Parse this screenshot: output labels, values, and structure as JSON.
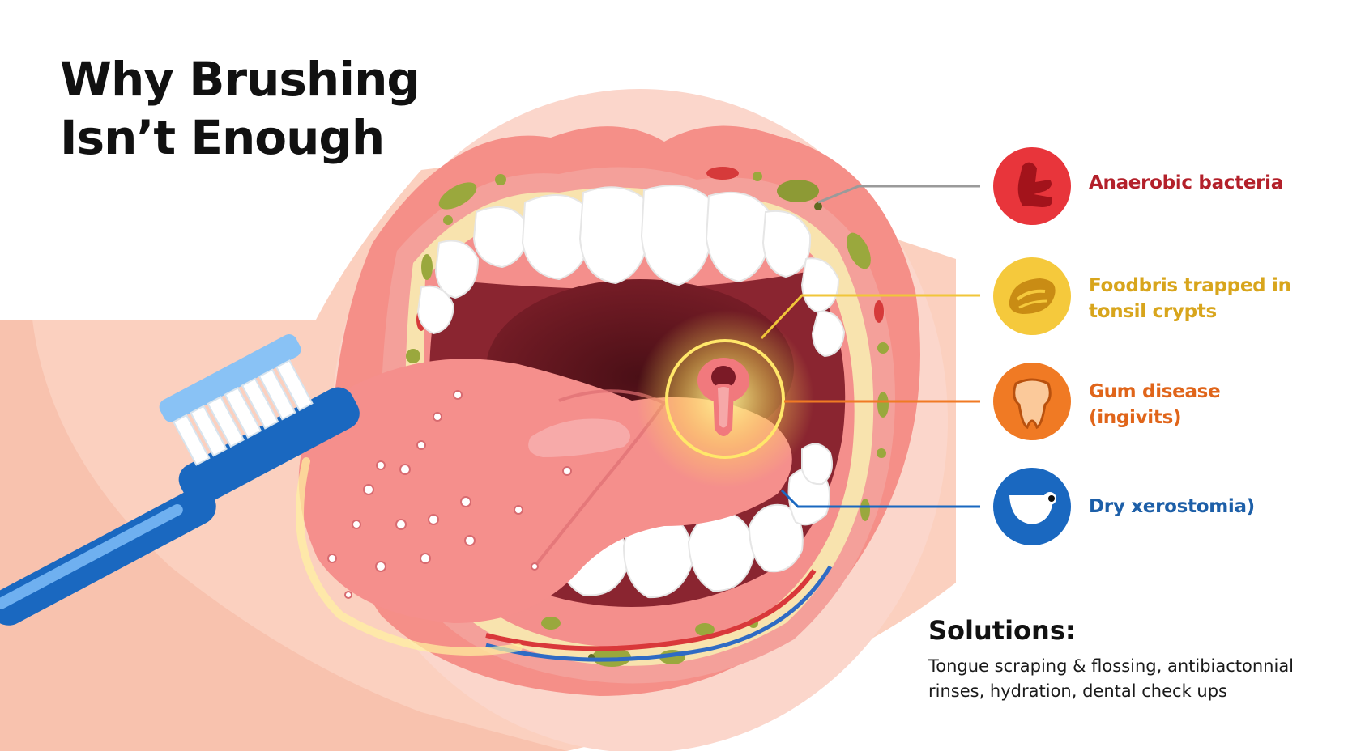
{
  "title": {
    "line1": "Why Brushing",
    "line2": "Isn’t Enough"
  },
  "causes": [
    {
      "id": "anaerobic",
      "lines": [
        "Anaerobic bacteria"
      ],
      "color": "#b3202a",
      "icon_bg": "#e8353b",
      "icon": "bacteria-icon"
    },
    {
      "id": "food",
      "lines": [
        "Foodbris trapped in",
        "tonsil crypts"
      ],
      "color": "#d8a51c",
      "icon_bg": "#f5c93c",
      "icon": "food-debris-icon"
    },
    {
      "id": "gum",
      "lines": [
        "Gum disease",
        "(ingivits)"
      ],
      "color": "#e0651a",
      "icon_bg": "#f07a24",
      "icon": "tooth-icon"
    },
    {
      "id": "dry",
      "lines": [
        "Dry xerostomia)"
      ],
      "color": "#1d5fa8",
      "icon_bg": "#1a68c0",
      "icon": "dry-mouth-icon"
    }
  ],
  "solutions": {
    "heading": "Solutions:",
    "line1": "Tongue scraping & flossing, antibiactonnial",
    "line2": "rinses, hydration, dental check ups"
  }
}
